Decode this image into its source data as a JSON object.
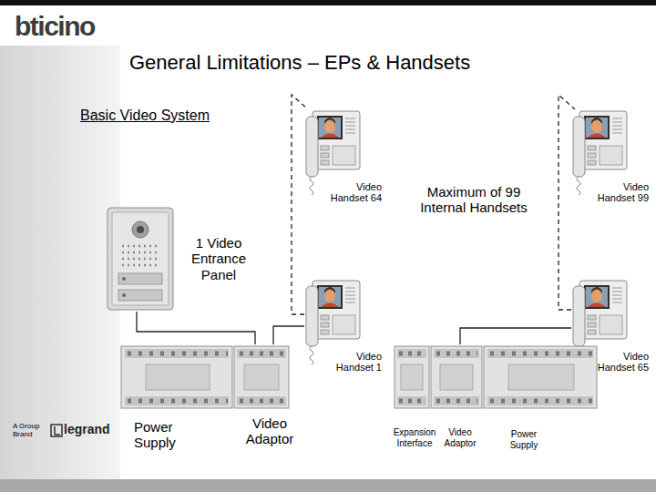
{
  "diagram": {
    "title": "General Limitations – EPs & Handsets",
    "nodes": [
      {
        "text": [
          "Video Handset 64"
        ]
      },
      {
        "text": [
          "Video Handset 99"
        ]
      },
      {
        "text": [
          "1 Video Entrance Panel"
        ]
      },
      {
        "text": [
          "Video Handset 1"
        ]
      },
      {
        "text": [
          "Video Handset 65"
        ]
      },
      {
        "text": [
          "Power Supply"
        ]
      },
      {
        "text": [
          "Video Adaptor"
        ]
      },
      {
        "text": [
          "Expansion Interface"
        ]
      },
      {
        "text": [
          "Video Adaptor"
        ]
      },
      {
        "text": [
          "Power Supply"
        ]
      }
    ],
    "edges": [
      {
        "from": 2,
        "to": 6,
        "arrow": "none"
      },
      {
        "from": 6,
        "to": 3,
        "arrow": "none"
      },
      {
        "from": 3,
        "to": 0,
        "arrow": "none"
      },
      {
        "from": 8,
        "to": 4,
        "arrow": "none"
      },
      {
        "from": 4,
        "to": 1,
        "arrow": "none"
      }
    ],
    "labels": [
      "bticino",
      "Basic Video System",
      "Maximum of 99 Internal Handsets",
      "A Group Brand",
      "legrand"
    ]
  }
}
